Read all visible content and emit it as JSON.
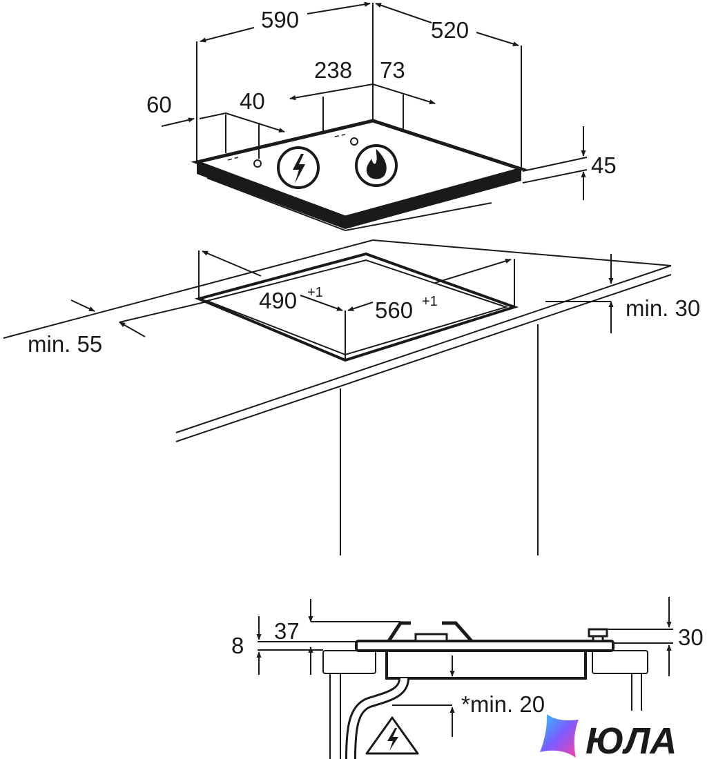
{
  "dimensions": {
    "width": "590",
    "depth": "520",
    "offset_238": "238",
    "offset_73": "73",
    "offset_60": "60",
    "offset_40": "40",
    "height": "45",
    "cutout_depth": "490",
    "cutout_depth_tol": "+1",
    "cutout_width": "560",
    "cutout_width_tol": "+1",
    "min_back": "min. 30",
    "min_front": "min. 55",
    "side_37": "37",
    "side_8": "8",
    "side_30": "30",
    "min_clearance": "*min. 20"
  },
  "icons": {
    "electric": "lightning-bolt-icon",
    "gas": "flame-icon",
    "warning": "electric-warning-icon"
  },
  "watermark": {
    "text": "ЮЛА",
    "colors": [
      "#7b5cff",
      "#2ec5ff",
      "#ff3fa4"
    ]
  }
}
